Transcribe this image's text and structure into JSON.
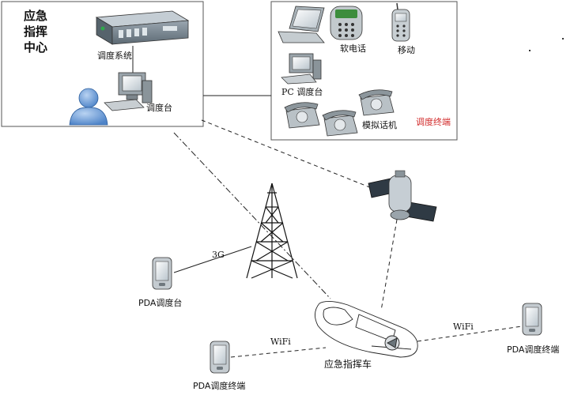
{
  "center": {
    "title_lines": [
      "应急",
      "指挥",
      "中心"
    ],
    "dispatch_system_label": "调度系统",
    "dispatch_desk_label": "调度台"
  },
  "terminals": {
    "softphone_label": "软电话",
    "mobile_label": "移动",
    "pc_desk_label": "PC 调度台",
    "analog_phone_label": "模拟话机",
    "group_label": "调度终端"
  },
  "network": {
    "link_3g_label": "3G",
    "wifi_left_label": "WiFi",
    "wifi_right_label": "WiFi"
  },
  "field": {
    "pda_desk_label": "PDA调度台",
    "pda_terminal_left_label": "PDA调度终端",
    "pda_terminal_right_label": "PDA调度终端",
    "vehicle_label": "应急指挥车"
  },
  "colors": {
    "box_border": "#555555",
    "accent_red": "#d22a2a",
    "link_line": "#222222",
    "person_fill": "#6f9fd8"
  }
}
